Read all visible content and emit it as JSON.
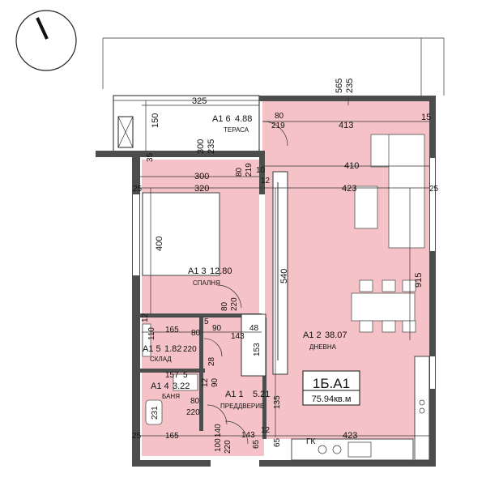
{
  "unit_label": "1Б.А1",
  "unit_area": "75.94кв.м",
  "rooms": [
    {
      "number": "А1 6",
      "area": "4.88",
      "name": "ТЕРАСА"
    },
    {
      "number": "А1 3",
      "area": "12.80",
      "name": "СПАЛНЯ"
    },
    {
      "number": "А1 2",
      "area": "38.07",
      "name": "ДНЕВНА"
    },
    {
      "number": "А1 5",
      "area": "1.82",
      "name": "СКЛАД"
    },
    {
      "number": "А1 4",
      "area": "3.22",
      "name": "БАНЯ"
    },
    {
      "number": "А1 1",
      "area": "5.21",
      "name": "ПРЕДДВЕРИЕ"
    }
  ],
  "dimensions": {
    "terrace_width": "325",
    "terrace_depth": "150",
    "terrace_door_h": "300",
    "terrace_door_w": "235",
    "top_565": "565",
    "top_235": "235",
    "living_80": "80",
    "living_219": "219",
    "living_413": "413",
    "living_15": "15",
    "bed_35": "35",
    "bed_300": "300",
    "bed_80": "80",
    "bed_219": "219",
    "bed_10": "10",
    "bed_12": "12",
    "living_410": "410",
    "left_25": "25",
    "bed_320": "320",
    "living_423_top": "423",
    "right_25": "25",
    "bed_400": "400",
    "living_540": "540",
    "living_915": "915",
    "door_80": "80",
    "door_220": "220",
    "s_12": "12",
    "s_110": "110",
    "s_165": "165",
    "s_80": "80",
    "s_5": "5",
    "s_90": "90",
    "s_143": "143",
    "s_48": "48",
    "s_220": "220",
    "s_28": "28",
    "s_153": "153",
    "b_157": "157",
    "b_5": "5",
    "b_90": "90",
    "b_12": "12",
    "b_80": "80",
    "b_220": "220",
    "b_231": "231",
    "h_135": "135",
    "h_12": "12",
    "h_140": "140",
    "h_143": "143",
    "h_65": "65",
    "h_100": "100",
    "h_220": "220",
    "bottom_25": "25",
    "bottom_165": "165",
    "bottom_65": "65",
    "bottom_423": "423",
    "kitchen_gk": "ГК"
  },
  "north_arrow": "north-arrow-icon",
  "colors": {
    "room_fill": "#f5c3c7",
    "wall": "#4d4d4d",
    "line": "#222222"
  }
}
